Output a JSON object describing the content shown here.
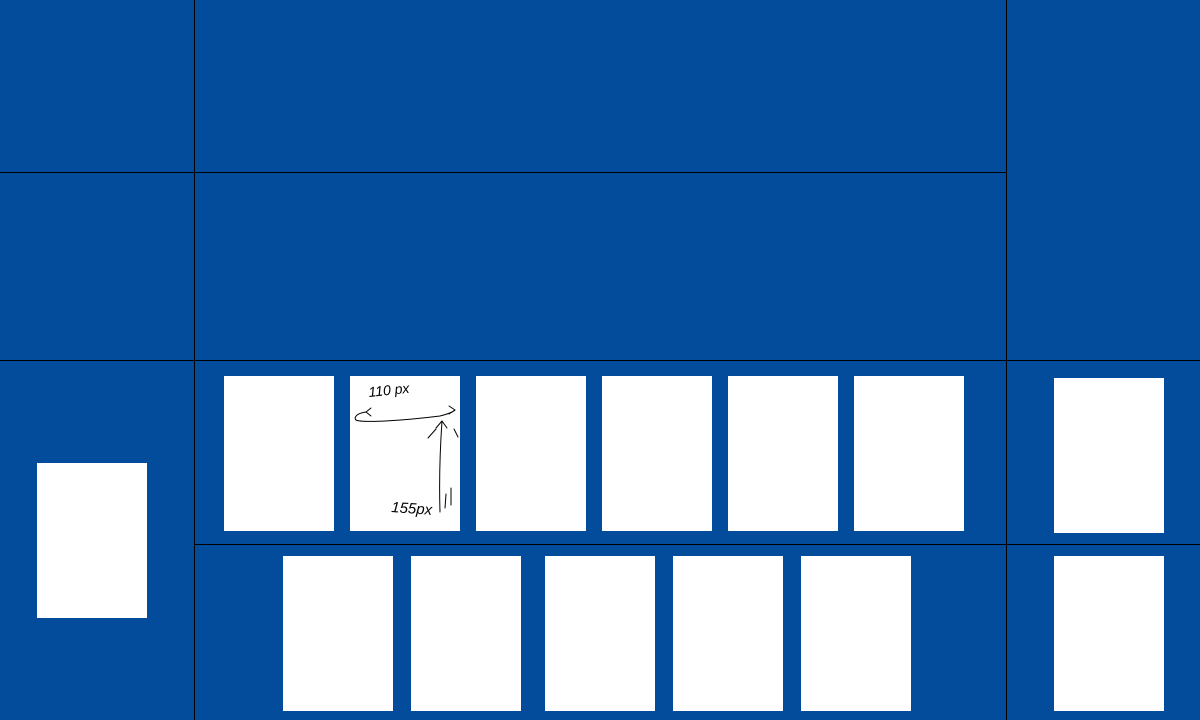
{
  "colors": {
    "board_background": "#034c9b",
    "divider_lines": "#000000",
    "card_face": "#ffffff",
    "annotation_ink": "#000000"
  },
  "zones": [
    {
      "name": "top-left-zone"
    },
    {
      "name": "top-center-zone"
    },
    {
      "name": "middle-left-zone"
    },
    {
      "name": "middle-center-zone"
    },
    {
      "name": "right-upper-zone"
    },
    {
      "name": "lower-left-zone"
    },
    {
      "name": "card-row-one-zone"
    },
    {
      "name": "right-card-one-zone"
    },
    {
      "name": "card-row-two-zone"
    },
    {
      "name": "right-card-two-zone"
    }
  ],
  "cards": {
    "lower_left_count": 1,
    "row_one_count": 6,
    "row_two_count": 5,
    "right_column_count": 2
  },
  "annotation": {
    "width_label": "110 px",
    "height_label": "155px"
  }
}
